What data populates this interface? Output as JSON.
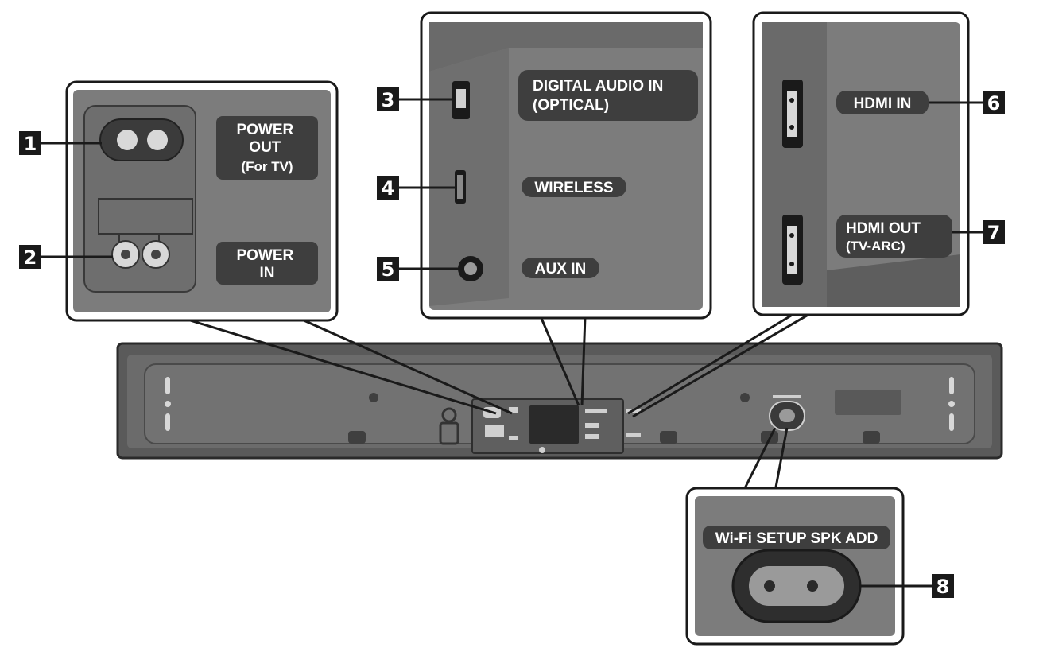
{
  "callouts": [
    {
      "number": "1",
      "label_lines": [
        "POWER",
        "OUT",
        "(For TV)"
      ]
    },
    {
      "number": "2",
      "label_lines": [
        "POWER",
        "IN"
      ]
    },
    {
      "number": "3",
      "label_lines": [
        "DIGITAL AUDIO IN",
        "(OPTICAL)"
      ]
    },
    {
      "number": "4",
      "label_lines": [
        "WIRELESS"
      ]
    },
    {
      "number": "5",
      "label_lines": [
        "AUX IN"
      ]
    },
    {
      "number": "6",
      "label_lines": [
        "HDMI IN"
      ]
    },
    {
      "number": "7",
      "label_lines": [
        "HDMI OUT",
        "(TV-ARC)"
      ]
    },
    {
      "number": "8",
      "label_lines": [
        "Wi-Fi SETUP  SPK ADD"
      ]
    }
  ]
}
